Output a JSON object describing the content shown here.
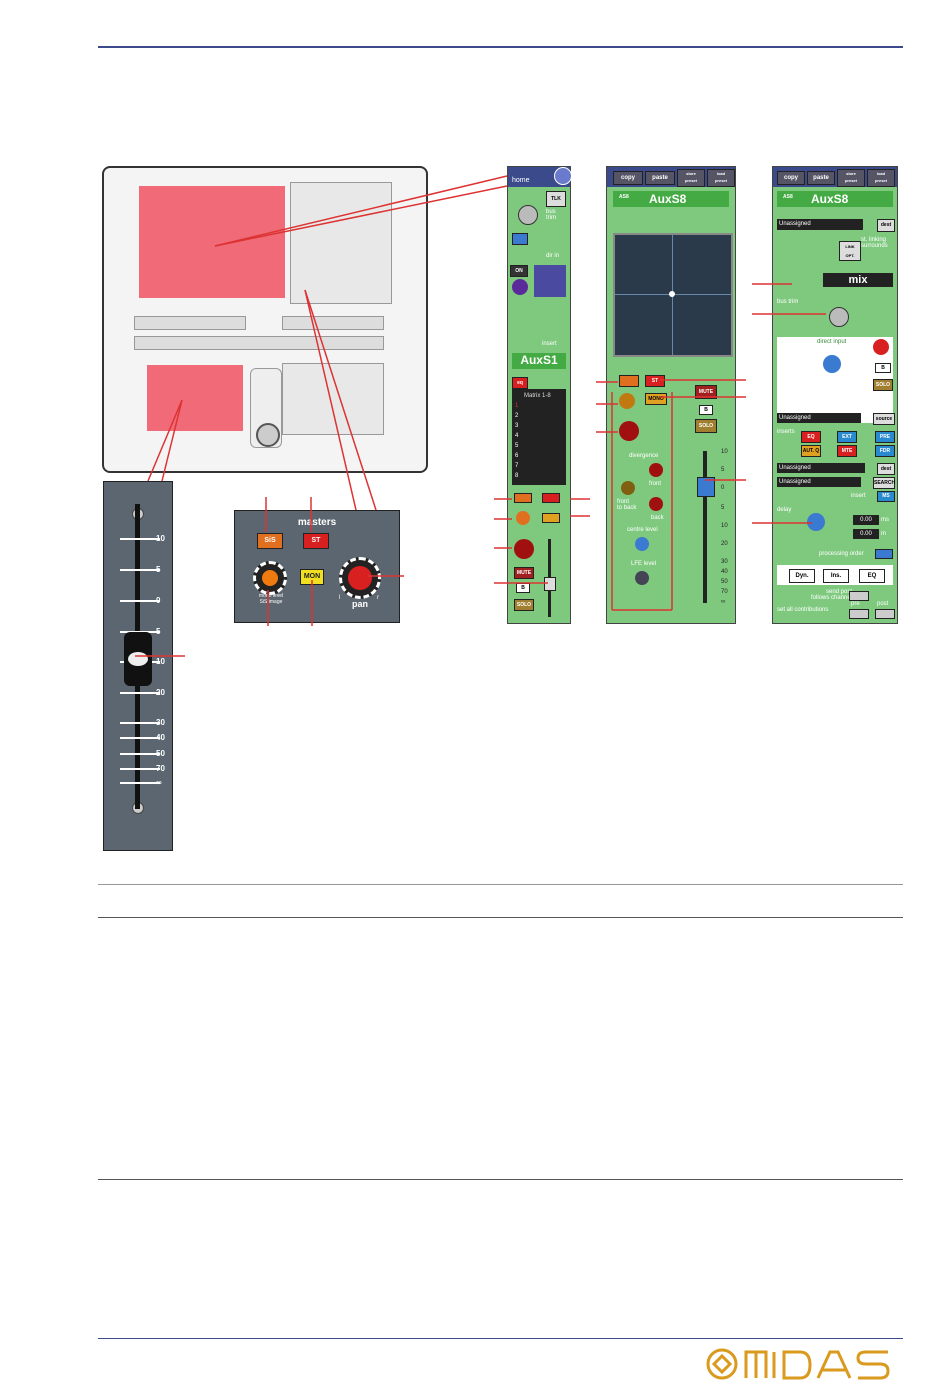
{
  "fader": {
    "scale": [
      "10",
      "5",
      "0",
      "5",
      "10",
      "20",
      "30",
      "40",
      "50",
      "70",
      "∞"
    ]
  },
  "masters": {
    "title": "masters",
    "sis_label": "SiS",
    "st_label": "ST",
    "mon_label": "MON",
    "mono_label": "mono level\nSiS image",
    "pan_label": "pan",
    "pan_l": "l",
    "pan_r": "r"
  },
  "panel1": {
    "home_label": "home",
    "talk": "TLK",
    "bus_trim": "bus\ntrim",
    "dir_in": "dir in",
    "on": "ON",
    "insert": "insert",
    "name": "AuxS1",
    "eq": "eq",
    "matrix": "Matrix 1-8",
    "rows": [
      "1",
      "2",
      "3",
      "4",
      "5",
      "6",
      "7",
      "8"
    ],
    "mute": "MUTE",
    "solo": "SOLO",
    "b": "B"
  },
  "panel2": {
    "copy": "copy",
    "paste": "paste",
    "store": "store\npreset",
    "load": "load\npreset",
    "tag": "AS8",
    "name": "AuxS8",
    "st": "ST",
    "mono": "MONO",
    "mute": "MUTE",
    "b": "B",
    "solo": "SOLO",
    "divergence": "divergence",
    "front": "front",
    "front_back": "front\nto back",
    "back": "back",
    "centre": "centre level",
    "lfe": "LFE level",
    "scale": [
      "10",
      "5",
      "0",
      "5",
      "10",
      "20",
      "30",
      "40",
      "50",
      "70",
      "∞"
    ]
  },
  "panel3": {
    "copy": "copy",
    "paste": "paste",
    "store": "store\npreset",
    "load": "load\npreset",
    "tag": "AS8",
    "name": "AuxS8",
    "unassigned1": "Unassigned",
    "dest": "dest",
    "linking": "st. linking\nsurrounds",
    "link": "LINK\nOPT.",
    "mix": "mix",
    "bus_trim": "bus trim",
    "direct_input": "direct input",
    "b": "B",
    "solo": "SOLO",
    "unassigned2": "Unassigned",
    "source": "source",
    "inserts": "inserts",
    "eq": "EQ",
    "ext": "EXT",
    "pre": "PRE",
    "auto_eq": "AUT. Q",
    "mte": "MTE",
    "fdr": "FDR",
    "unassigned3": "Unassigned",
    "unassigned4": "Unassigned",
    "search": "SEARCH",
    "insert": "insert",
    "ms": "MS",
    "delay": "delay",
    "delay_val1": "0.00",
    "delay_val2": "0.00",
    "unit1": "ms",
    "unit2": "m",
    "processing": "processing order",
    "dyn": "Dyn.",
    "ins": "Ins.",
    "eq_order": "EQ",
    "send_post": "send post\nfollows channel",
    "set_all": "set all contributions",
    "pre_btn": "pre",
    "post_btn": "post"
  },
  "colors": {
    "rule_blue": "#3c4a8c",
    "highlight": "#f06a78",
    "panel_green": "#7fc97f",
    "leader_red": "#dd3333",
    "logo_gold": "#d99a1e"
  }
}
